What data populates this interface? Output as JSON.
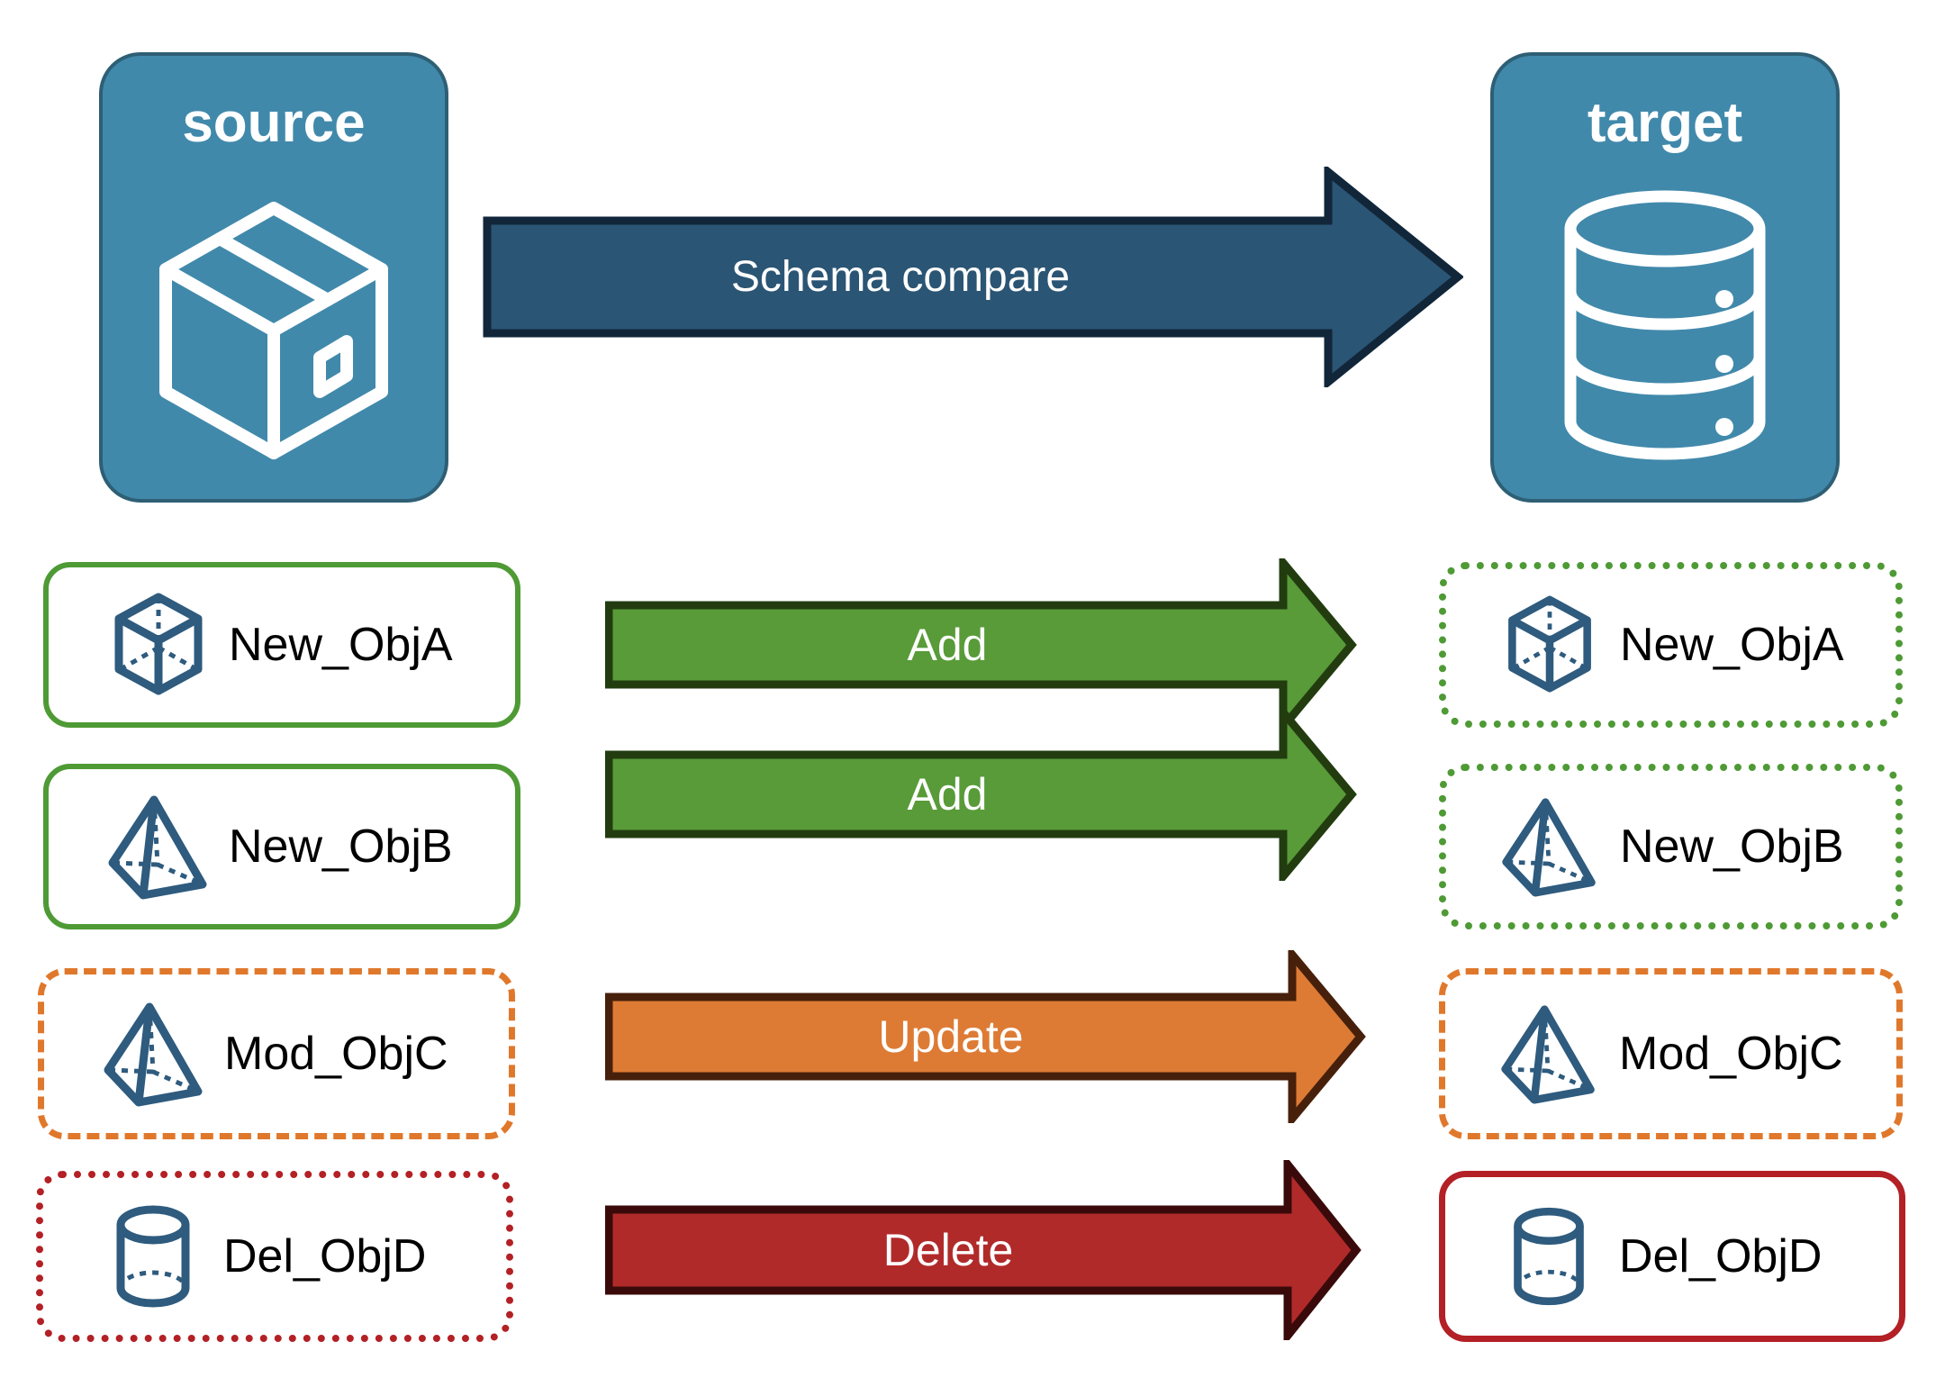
{
  "diagram": {
    "title_source": "source",
    "title_target": "target",
    "compare_label": "Schema compare"
  },
  "endpoints": {
    "source": {
      "label": "source",
      "icon": "package-box-icon",
      "fill": "#4189AB",
      "stroke": "#2E5F75"
    },
    "target": {
      "label": "target",
      "icon": "database-cylinder-icon",
      "fill": "#4189AB",
      "stroke": "#2E5F75"
    }
  },
  "compare_arrow": {
    "label": "Schema compare",
    "fill": "#2B5574",
    "stroke": "#12263A"
  },
  "rows": [
    {
      "source_object": "New_ObjA",
      "source_icon": "wireframe-cube-icon",
      "source_border_style": "solid",
      "source_border_color": "#4E9A35",
      "action": "Add",
      "arrow_fill": "#589B38",
      "arrow_stroke": "#223C10",
      "target_object": "New_ObjA",
      "target_icon": "wireframe-cube-icon",
      "target_border_style": "dotted",
      "target_border_color": "#4E9A35"
    },
    {
      "source_object": "New_ObjB",
      "source_icon": "wireframe-pyramid-icon",
      "source_border_style": "solid",
      "source_border_color": "#4E9A35",
      "action": "Add",
      "arrow_fill": "#589B38",
      "arrow_stroke": "#223C10",
      "target_object": "New_ObjB",
      "target_icon": "wireframe-pyramid-icon",
      "target_border_style": "dotted",
      "target_border_color": "#4E9A35"
    },
    {
      "source_object": "Mod_ObjC",
      "source_icon": "wireframe-pyramid-icon",
      "source_border_style": "dashed",
      "source_border_color": "#E0782C",
      "action": "Update",
      "arrow_fill": "#DD7B35",
      "arrow_stroke": "#47200B",
      "target_object": "Mod_ObjC",
      "target_icon": "wireframe-pyramid-icon",
      "target_border_style": "dashed",
      "target_border_color": "#E0782C"
    },
    {
      "source_object": "Del_ObjD",
      "source_icon": "wireframe-cylinder-icon",
      "source_border_style": "dotted",
      "source_border_color": "#B32025",
      "action": "Delete",
      "arrow_fill": "#B12A2A",
      "arrow_stroke": "#3A0A0A",
      "target_object": "Del_ObjD",
      "target_icon": "wireframe-cylinder-icon",
      "target_border_style": "solid",
      "target_border_color": "#B32025"
    }
  ],
  "palette": {
    "object_icon_blue": "#2E5B7E",
    "card_blue": "#4189AB",
    "card_blue_border": "#2E5F75",
    "green": "#589B38",
    "orange": "#DD7B35",
    "red": "#B12A2A",
    "background": "#FFFFFF"
  }
}
